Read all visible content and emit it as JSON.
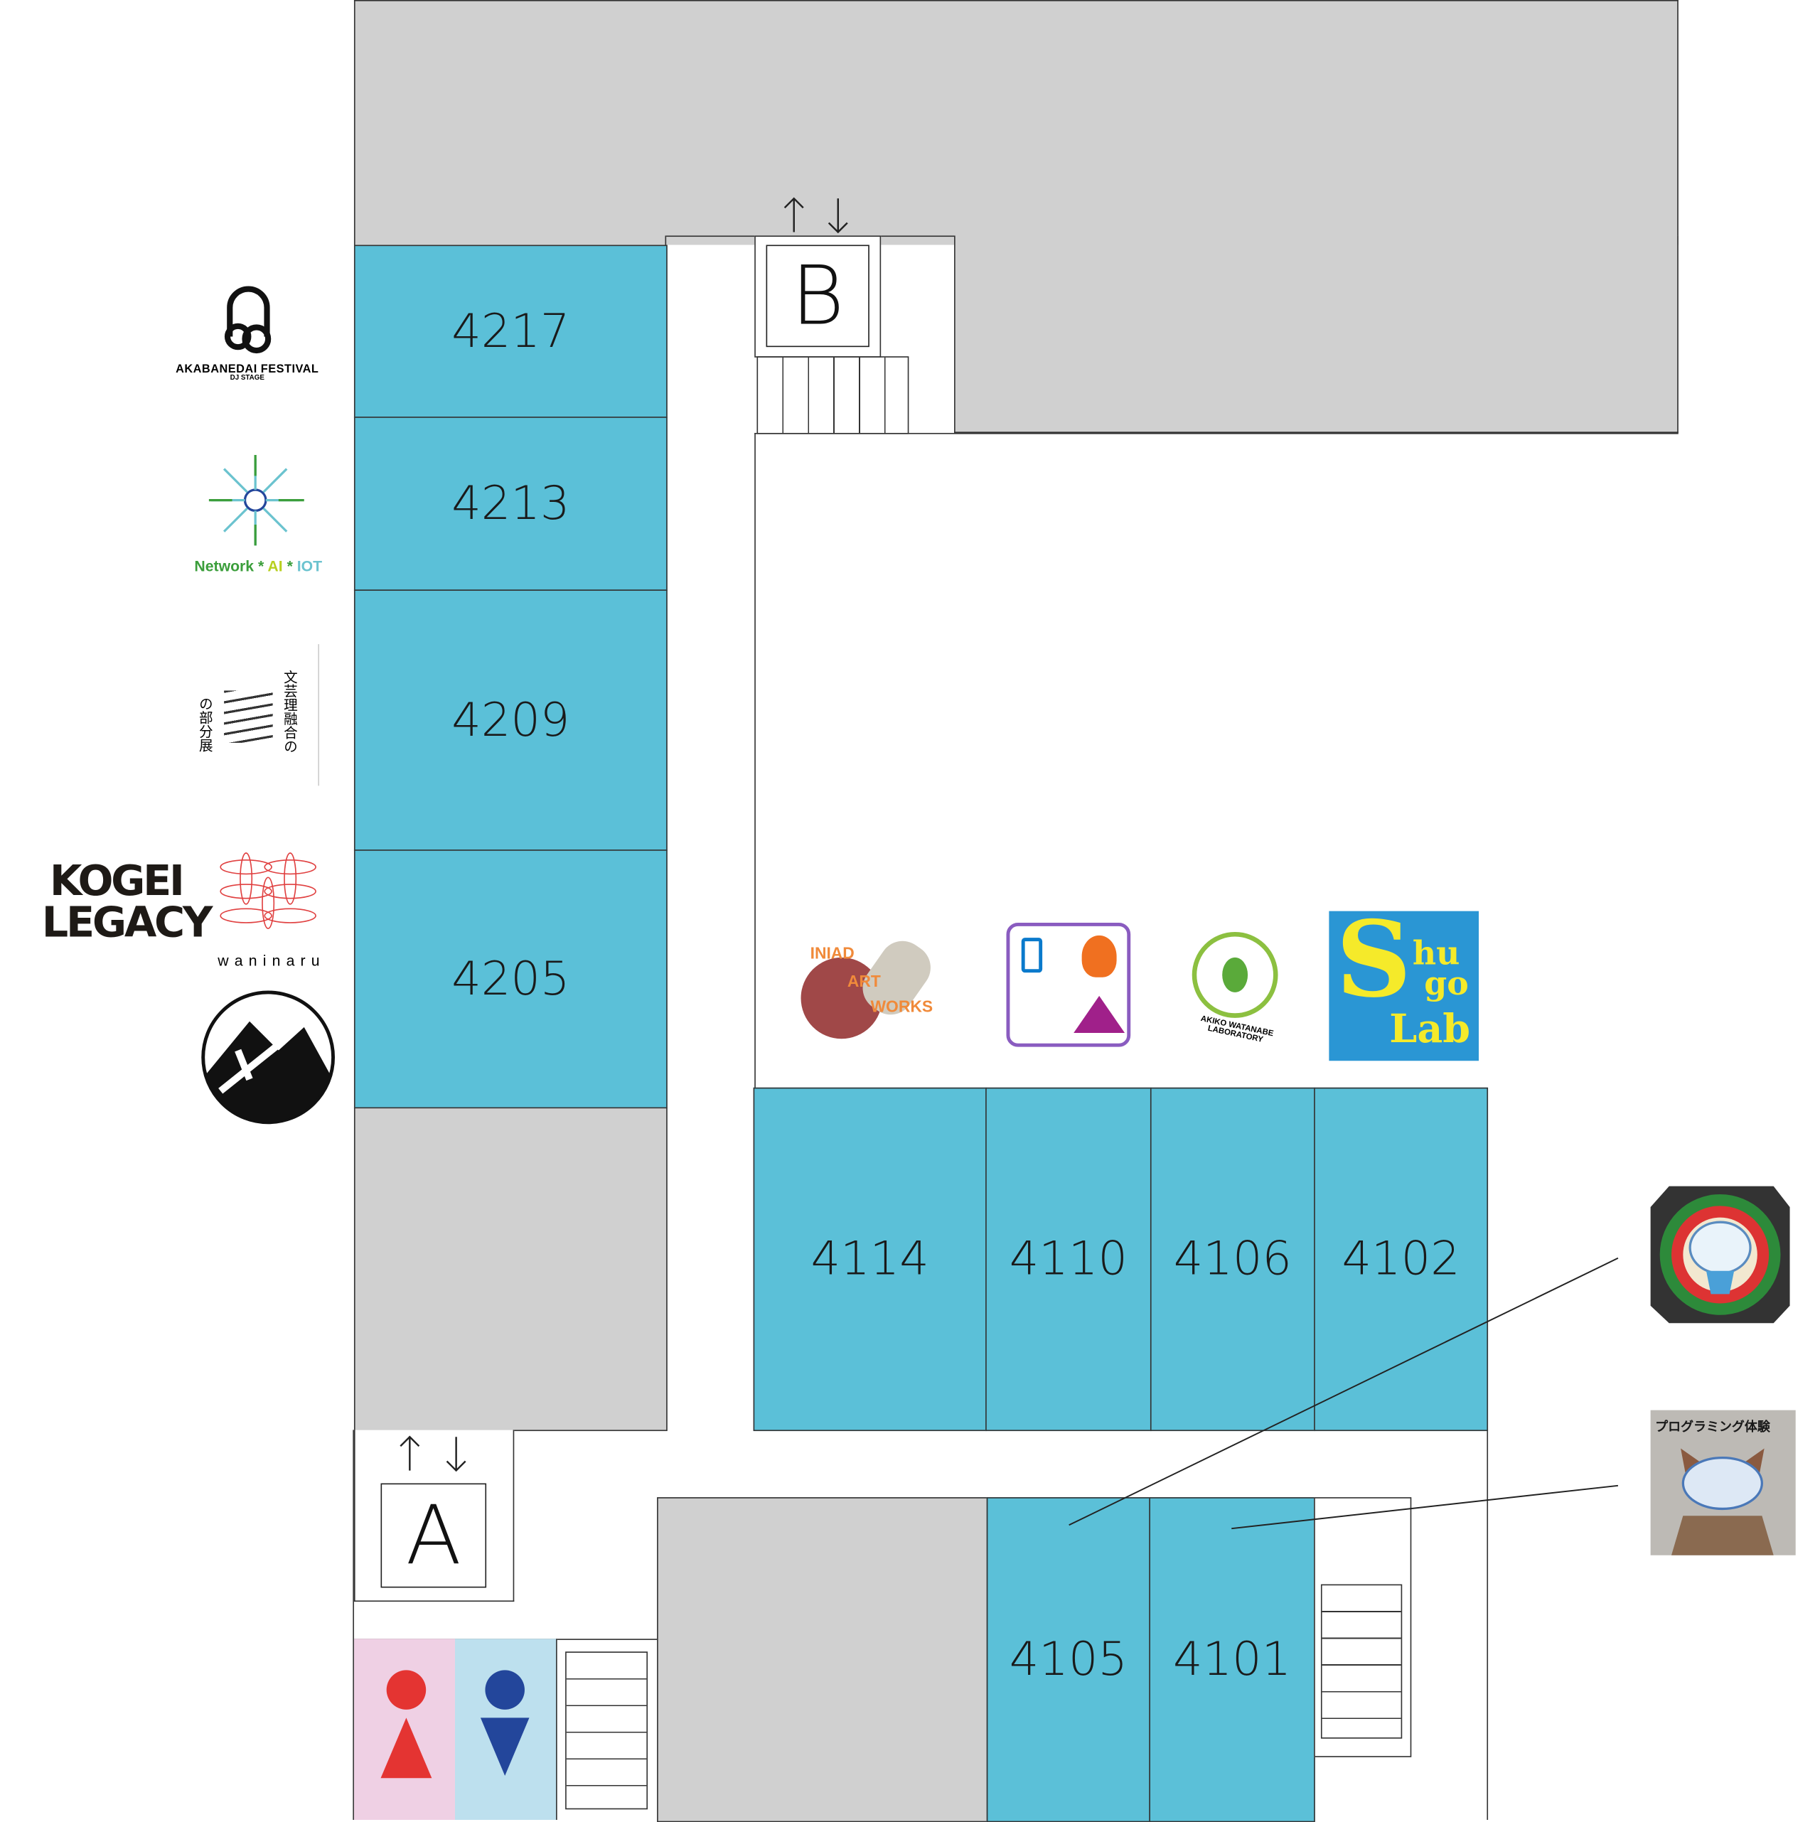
{
  "rooms_left": [
    {
      "label": "4217"
    },
    {
      "label": "4213"
    },
    {
      "label": "4209"
    },
    {
      "label": "4205"
    }
  ],
  "rooms_right": [
    {
      "label": "4114"
    },
    {
      "label": "4110"
    },
    {
      "label": "4106"
    },
    {
      "label": "4102"
    }
  ],
  "rooms_bottom": [
    {
      "label": "4105"
    },
    {
      "label": "4101"
    }
  ],
  "elevators": {
    "a": "A",
    "b": "B"
  },
  "logos": {
    "akabanedai": {
      "title": "AKABANEDAI FESTIVAL",
      "subtitle": "DJ STAGE"
    },
    "network": {
      "part1": "Network",
      "sep": "*",
      "part2": "AI",
      "part3": "IOT"
    },
    "bungei": {
      "right": "文芸理融合の",
      "left": "の部分展"
    },
    "kogei": {
      "line1": "KOGEI",
      "line2": "LEGACY"
    },
    "waninaru": "waninaru",
    "iniad_art": {
      "l1": "INIAD",
      "l2": "ART",
      "l3": "WORKS"
    },
    "akiko": "AKIKO WATANABE LABORATORY",
    "shugo": {
      "s": "S",
      "hu": "hu",
      "go": "go",
      "lab": "Lab"
    },
    "programming": "プログラミング体験"
  },
  "colors": {
    "room": "#5bc0d8",
    "unused": "#d0d0d0",
    "women": "#efd0e4",
    "men": "#bde0ee"
  }
}
